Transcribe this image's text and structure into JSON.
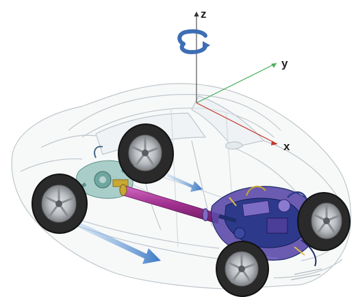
{
  "axes": {
    "z_label": "z",
    "y_label": "y",
    "x_label": "x",
    "z_color": "#333333",
    "y_color": "#4cae5c",
    "x_color": "#c0392b"
  },
  "rotation_icon": {
    "name": "yaw-rotation-arrow-icon",
    "color": "#3d6eb5"
  },
  "drivetrain": {
    "driveshaft_color": "#a0308f",
    "motion_arrow_color": "#3d79c4",
    "engine_colors": [
      "#2d3a8c",
      "#5b4aa8",
      "#7d6cc4",
      "#1f2d6b"
    ],
    "rear_axle_colors": [
      "#6fa7a0",
      "#8fbfb8",
      "#b7d3cf"
    ]
  },
  "vehicle": {
    "body_style": "transparent sedan",
    "tire_color": "#2a2a2a",
    "rim_color": "#b9bcc0"
  }
}
